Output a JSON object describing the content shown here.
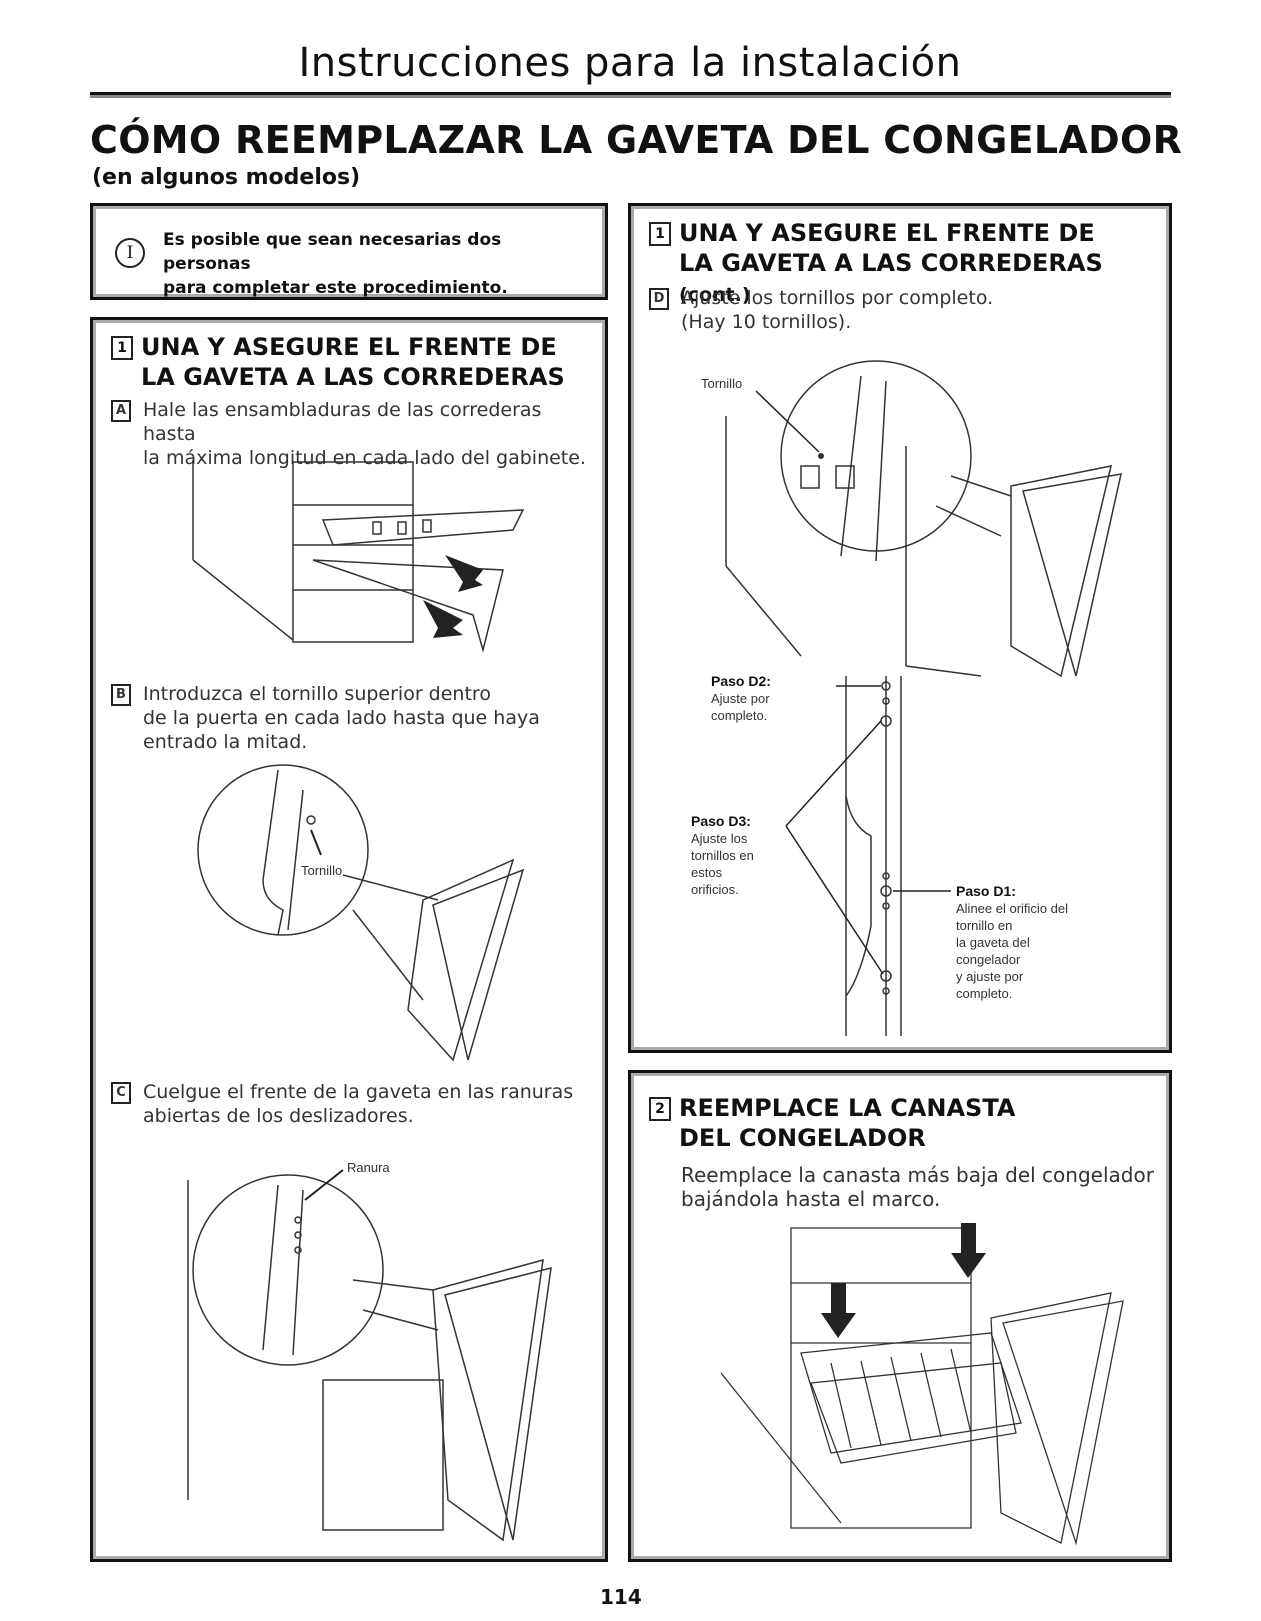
{
  "header": {
    "title": "Instrucciones para la instalación"
  },
  "main_title": "CÓMO REEMPLAZAR LA GAVETA DEL CONGELADOR",
  "subtitle": "(en algunos modelos)",
  "note": {
    "icon": "I",
    "line1": "Es posible que sean necesarias dos personas",
    "line2": "para completar este procedimiento."
  },
  "section1": {
    "num": "1",
    "title_line1": "UNA Y ASEGURE EL FRENTE DE",
    "title_line2": "LA GAVETA A LAS CORREDERAS",
    "stepA": {
      "letter": "A",
      "line1": "Hale las ensambladuras de las correderas hasta",
      "line2": "la máxima longitud en cada lado del gabinete."
    },
    "stepB": {
      "letter": "B",
      "line1": "Introduzca el tornillo superior dentro",
      "line2": "de la puerta en cada lado hasta que haya",
      "line3": "entrado la mitad.",
      "caption": "Tornillo"
    },
    "stepC": {
      "letter": "C",
      "line1": "Cuelgue el frente de la gaveta en las ranuras",
      "line2": "abiertas de los deslizadores.",
      "caption": "Ranura"
    }
  },
  "section1_cont": {
    "num": "1",
    "title_line1": "UNA Y ASEGURE EL FRENTE DE",
    "title_line2": "LA GAVETA A LAS CORREDERAS",
    "cont": "(cont.)",
    "stepD": {
      "letter": "D",
      "line1": "Ajuste los tornillos por completo.",
      "line2": "(Hay 10 tornillos).",
      "caption": "Tornillo"
    },
    "d2": {
      "label": "Paso D2:",
      "l1": "Ajuste por",
      "l2": "completo."
    },
    "d3": {
      "label": "Paso D3:",
      "l1": "Ajuste los",
      "l2": "tornillos en",
      "l3": "estos",
      "l4": "orificios."
    },
    "d1": {
      "label": "Paso D1:",
      "l1": "Alinee el orificio del",
      "l2": "tornillo en",
      "l3": "la gaveta del",
      "l4": "congelador",
      "l5": "y ajuste por",
      "l6": "completo."
    }
  },
  "section2": {
    "num": "2",
    "title_line1": "REEMPLACE LA CANASTA",
    "title_line2": "DEL CONGELADOR",
    "line1": "Reemplace la canasta más baja del congelador",
    "line2": "bajándola hasta el marco."
  },
  "page_number": "114"
}
